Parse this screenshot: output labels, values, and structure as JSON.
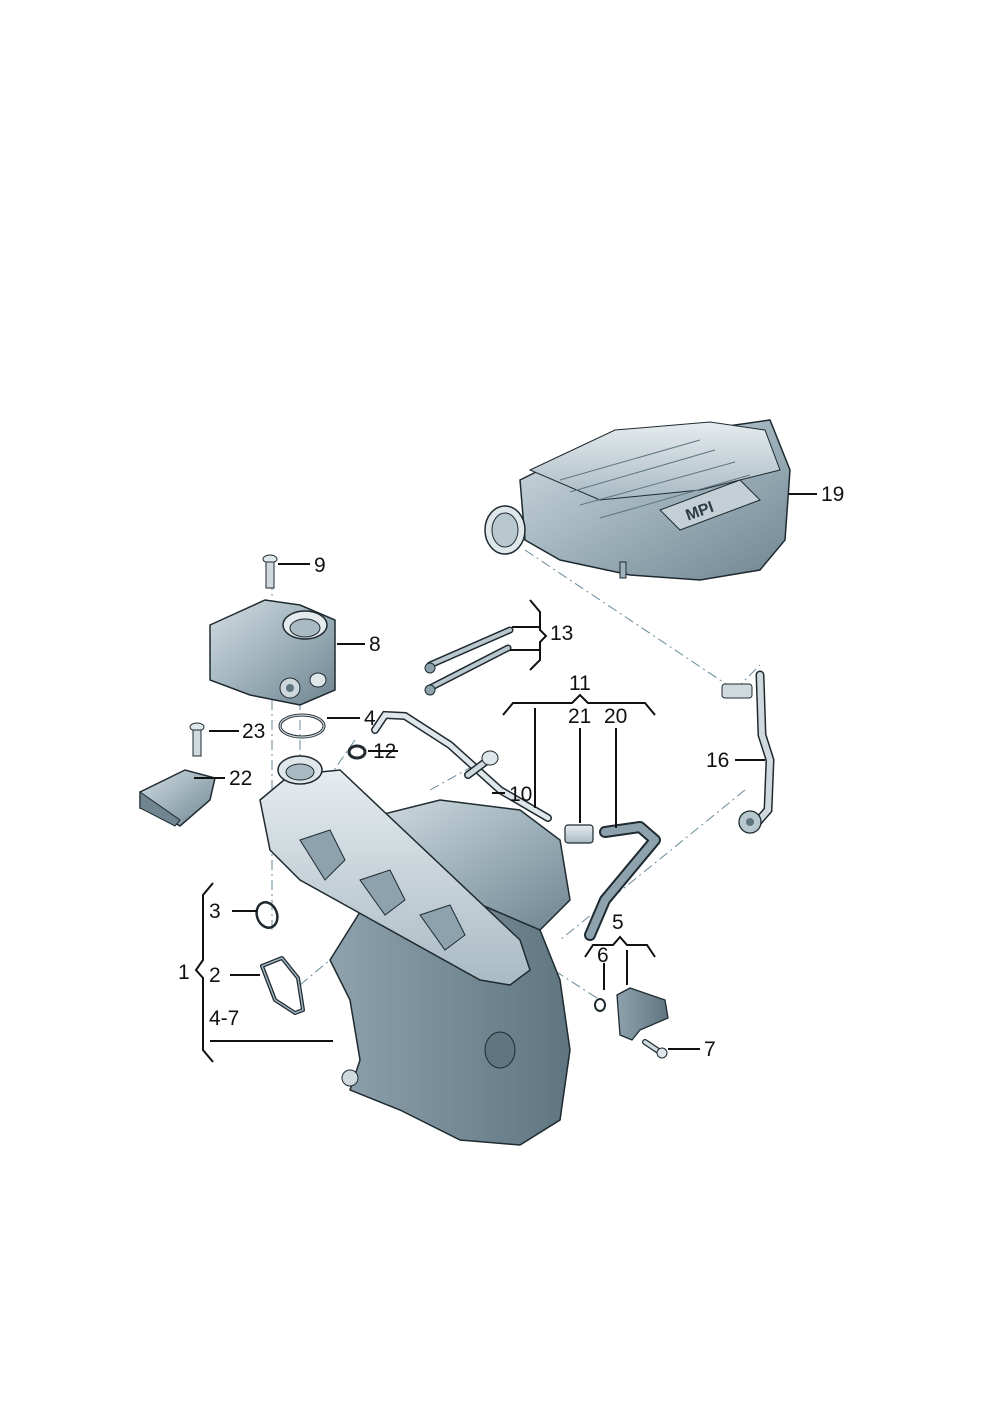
{
  "diagram": {
    "type": "exploded parts diagram",
    "subject": "Intake manifold, throttle body and air filter housing",
    "colors": {
      "part_fill": "#9fb2bc",
      "part_light": "#d4dde2",
      "part_dark": "#5f7580",
      "outline": "#1e2a30",
      "leader": "#111111",
      "dash_line": "#6a8a99"
    },
    "callouts": [
      {
        "id": "c19",
        "text": "19",
        "part": "air filter housing (MPI cover)"
      },
      {
        "id": "c9",
        "text": "9",
        "part": "screw (throttle body)"
      },
      {
        "id": "c8",
        "text": "8",
        "part": "throttle valve control unit"
      },
      {
        "id": "c13",
        "text": "13",
        "part": "cable ties"
      },
      {
        "id": "c11",
        "text": "11",
        "part": "breather line assembly"
      },
      {
        "id": "c21",
        "text": "21",
        "part": "valve / connector"
      },
      {
        "id": "c20",
        "text": "20",
        "part": "breather hose"
      },
      {
        "id": "c4",
        "text": "4",
        "part": "O-ring (throttle body)"
      },
      {
        "id": "c23",
        "text": "23",
        "part": "screw (bracket)"
      },
      {
        "id": "c12",
        "text": "12",
        "part": "hose clamp"
      },
      {
        "id": "c10",
        "text": "10",
        "part": "bolt"
      },
      {
        "id": "c16",
        "text": "16",
        "part": "vacuum line"
      },
      {
        "id": "c22",
        "text": "22",
        "part": "bracket"
      },
      {
        "id": "c3",
        "text": "3",
        "part": "O-ring"
      },
      {
        "id": "c5",
        "text": "5",
        "part": "sensor assembly"
      },
      {
        "id": "c6",
        "text": "6",
        "part": "O-ring (sensor)"
      },
      {
        "id": "c1",
        "text": "1",
        "part": "intake manifold"
      },
      {
        "id": "c2",
        "text": "2",
        "part": "gasket"
      },
      {
        "id": "c47",
        "text": "4-7",
        "part": "included parts range"
      },
      {
        "id": "c7",
        "text": "7",
        "part": "screw (sensor)"
      }
    ],
    "cover_marking": "MPI"
  }
}
